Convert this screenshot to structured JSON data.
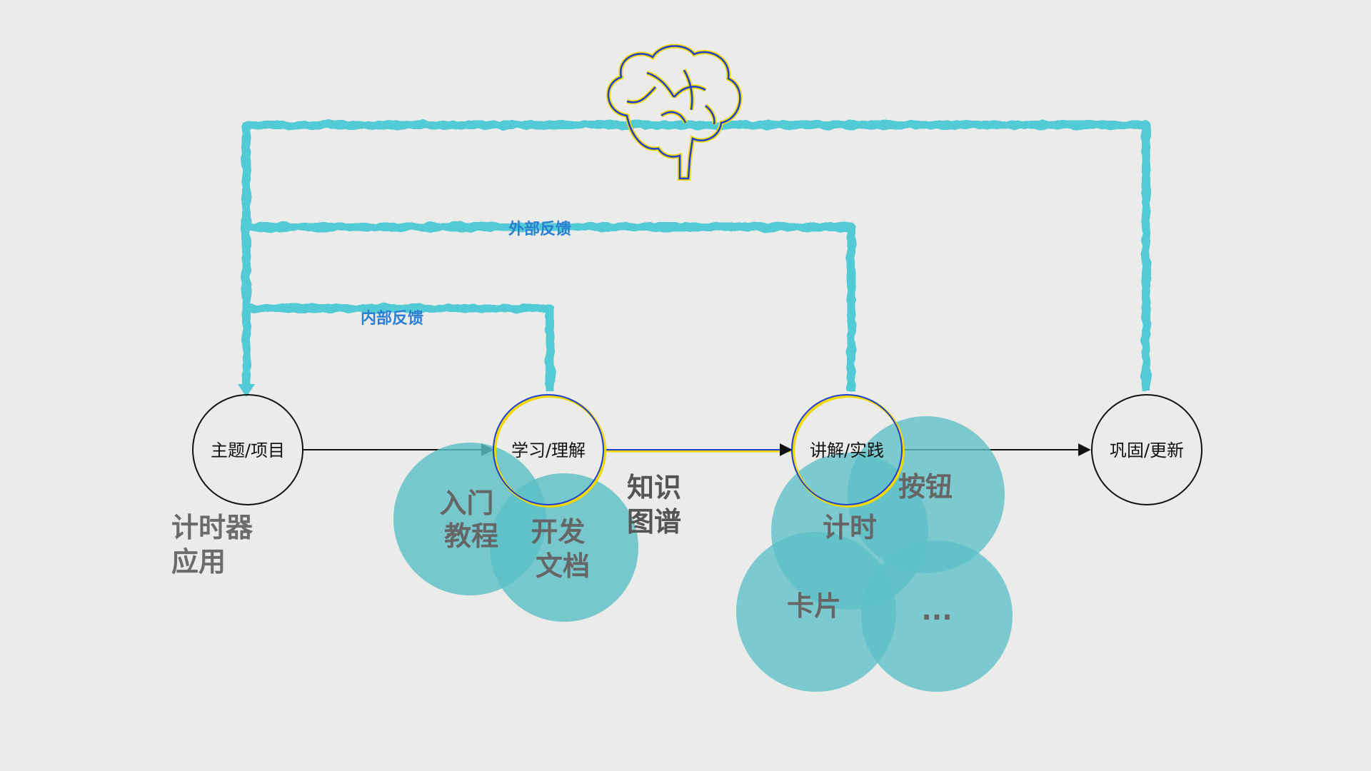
{
  "stages": [
    {
      "id": "topic",
      "label": "主题/项目"
    },
    {
      "id": "learn",
      "label": "学习/理解"
    },
    {
      "id": "explain",
      "label": "讲解/实践"
    },
    {
      "id": "consolidate",
      "label": "巩固/更新"
    }
  ],
  "feedback": {
    "outer": "外部反馈",
    "inner": "内部反馈"
  },
  "topic_example": [
    "计时器",
    "应用"
  ],
  "learn_resources": [
    {
      "lines": [
        "入门",
        "教程"
      ]
    },
    {
      "lines": [
        "开发",
        "文档"
      ]
    }
  ],
  "knowledge_graph": [
    "知识",
    "图谱"
  ],
  "practice_items": [
    {
      "label": "按钮"
    },
    {
      "label": "计时"
    },
    {
      "label": "卡片"
    },
    {
      "label": "..."
    }
  ],
  "colors": {
    "loop": "#52cbd6",
    "bubble": "#5cc0c7",
    "line": "#111111",
    "accent_blue": "#1d3fd6",
    "accent_yellow": "#f5e000"
  },
  "icons": {
    "brain": "brain-icon"
  }
}
